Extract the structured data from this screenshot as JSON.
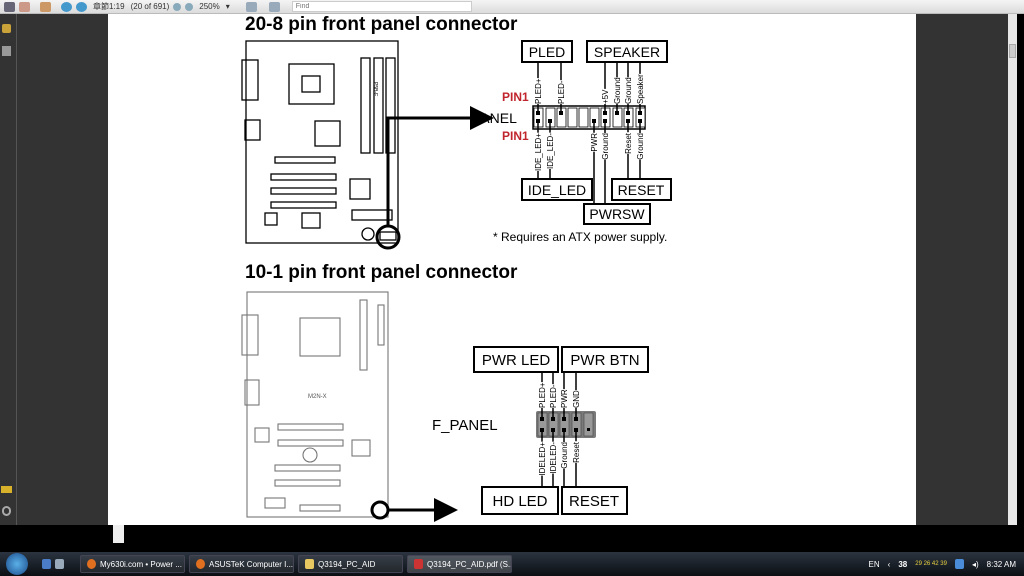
{
  "toolbar": {
    "chapter": "章節1:19",
    "page_info": "(20 of 691)",
    "zoom": "250%",
    "find_placeholder": "Find"
  },
  "section1": {
    "title": "20-8 pin front panel connector",
    "header_label": "PANEL",
    "pin1_label": "PIN1",
    "top_boxes": [
      "PLED",
      "SPEAKER"
    ],
    "top_pins": [
      "PLED+",
      "PLED-",
      "+5V",
      "Ground",
      "Ground",
      "Speaker"
    ],
    "bottom_pins": [
      "IDE_LED+",
      "IDE_LED-",
      "PWR",
      "Ground",
      "Reset",
      "Ground"
    ],
    "bottom_boxes": [
      "IDE_LED",
      "RESET",
      "PWRSW"
    ],
    "footnote": "* Requires an ATX power supply.",
    "board_label": "P5B-E"
  },
  "section2": {
    "title": "10-1 pin front panel connector",
    "header_label": "F_PANEL",
    "top_boxes": [
      "PWR LED",
      "PWR BTN"
    ],
    "top_pins": [
      "PLED+",
      "PLED-",
      "PWR",
      "GND"
    ],
    "bottom_pins": [
      "IDELED+",
      "IDELED-",
      "Ground",
      "Reset"
    ],
    "bottom_boxes": [
      "HD LED",
      "RESET"
    ],
    "board_label": "M2N-X"
  },
  "colors": {
    "pin1": "#c0242c",
    "header2": "#7a7a7a"
  },
  "taskbar": {
    "items": [
      "My630i.com • Power ...",
      "ASUSTeK Computer I...",
      "Q3194_PC_AID",
      "Q3194_PC_AID.pdf (S..."
    ],
    "lang": "EN",
    "tray_num": "38",
    "tray_vals": "29 26 42 39",
    "clock": "8:32 AM"
  }
}
